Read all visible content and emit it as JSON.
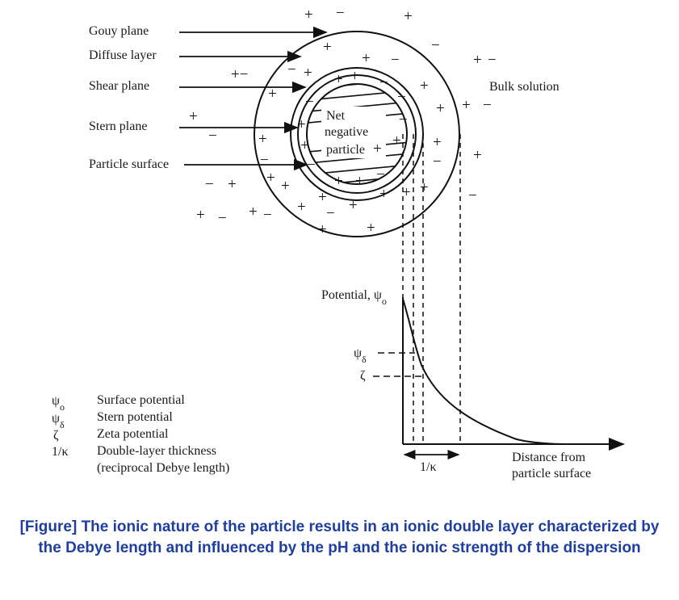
{
  "labels": {
    "gouy_plane": "Gouy plane",
    "diffuse_layer": "Diffuse layer",
    "shear_plane": "Shear plane",
    "stern_plane": "Stern plane",
    "particle_surface": "Particle surface",
    "bulk_solution": "Bulk solution",
    "particle_line1": "Net",
    "particle_line2": "negative",
    "particle_line3": "particle",
    "potential_axis": "Potential, ψ",
    "potential_sub": "o",
    "psi_delta_mark": "ψ",
    "psi_delta_sub": "δ",
    "zeta_mark": "ζ",
    "debye_mark": "1/κ",
    "distance_line1": "Distance from",
    "distance_line2": "particle surface"
  },
  "legend": [
    {
      "symbol": "ψ",
      "sub": "o",
      "text": "Surface potential"
    },
    {
      "symbol": "ψ",
      "sub": "δ",
      "text": "Stern potential"
    },
    {
      "symbol": "ζ",
      "sub": "",
      "text": "Zeta potential"
    },
    {
      "symbol": "1/κ",
      "sub": "",
      "text": "Double-layer thickness"
    },
    {
      "symbol": "",
      "sub": "",
      "text": "(reciprocal Debye length)"
    }
  ],
  "caption": "[Figure] The ionic nature of the particle results in an ionic double layer characterized by the Debye length and influenced by the pH and the ionic strength of the dispersion",
  "colors": {
    "ink": "#1a1a1a",
    "caption": "#1f3f9f"
  }
}
